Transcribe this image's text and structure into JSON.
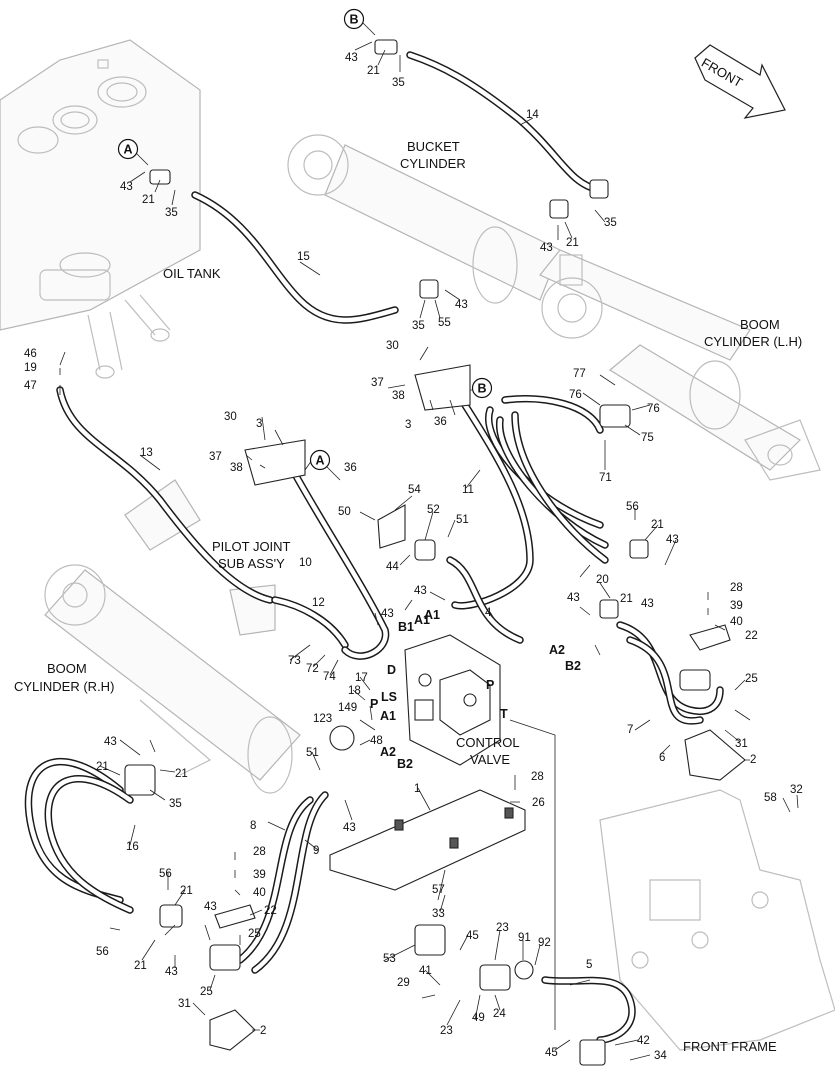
{
  "title_labels": {
    "bucket_cylinder": [
      "BUCKET",
      "CYLINDER"
    ],
    "oil_tank": "OIL TANK",
    "boom_cylinder_lh": [
      "BOOM",
      "CYLINDER (L.H)"
    ],
    "boom_cylinder_rh": [
      "BOOM",
      "CYLINDER (R.H)"
    ],
    "pilot_joint": [
      "PILOT JOINT",
      "SUB ASS'Y"
    ],
    "control_valve": [
      "CONTROL",
      "VALVE"
    ],
    "front_frame": "FRONT FRAME",
    "front_arrow": "FRONT"
  },
  "circle_refs": [
    {
      "id": "b-top",
      "text": "B"
    },
    {
      "id": "a-top",
      "text": "A"
    },
    {
      "id": "b-mid",
      "text": "B"
    },
    {
      "id": "a-mid",
      "text": "A"
    }
  ],
  "port_labels": [
    "B1",
    "D",
    "A1",
    "A1",
    "LS",
    "P",
    "A2",
    "B2",
    "P",
    "T",
    "A1",
    "A2",
    "B2"
  ],
  "callouts": [
    "43",
    "21",
    "35",
    "43",
    "21",
    "35",
    "14",
    "35",
    "43",
    "21",
    "15",
    "43",
    "55",
    "35",
    "30",
    "37",
    "38",
    "3",
    "36",
    "77",
    "76",
    "76",
    "75",
    "71",
    "46",
    "19",
    "47",
    "30",
    "37",
    "38",
    "3",
    "36",
    "13",
    "11",
    "50",
    "54",
    "52",
    "51",
    "44",
    "56",
    "21",
    "43",
    "20",
    "21",
    "43",
    "10",
    "43",
    "12",
    "43",
    "43",
    "4",
    "28",
    "39",
    "40",
    "22",
    "25",
    "73",
    "72",
    "74",
    "17",
    "18",
    "149",
    "123",
    "48",
    "7",
    "6",
    "31",
    "2",
    "43",
    "21",
    "21",
    "35",
    "16",
    "51",
    "1",
    "28",
    "26",
    "43",
    "8",
    "9",
    "58",
    "32",
    "28",
    "39",
    "40",
    "22",
    "56",
    "21",
    "56",
    "43",
    "21",
    "43",
    "25",
    "25",
    "31",
    "2",
    "57",
    "33",
    "53",
    "45",
    "23",
    "91",
    "92",
    "5",
    "41",
    "29",
    "23",
    "49",
    "24",
    "45",
    "42",
    "34"
  ]
}
